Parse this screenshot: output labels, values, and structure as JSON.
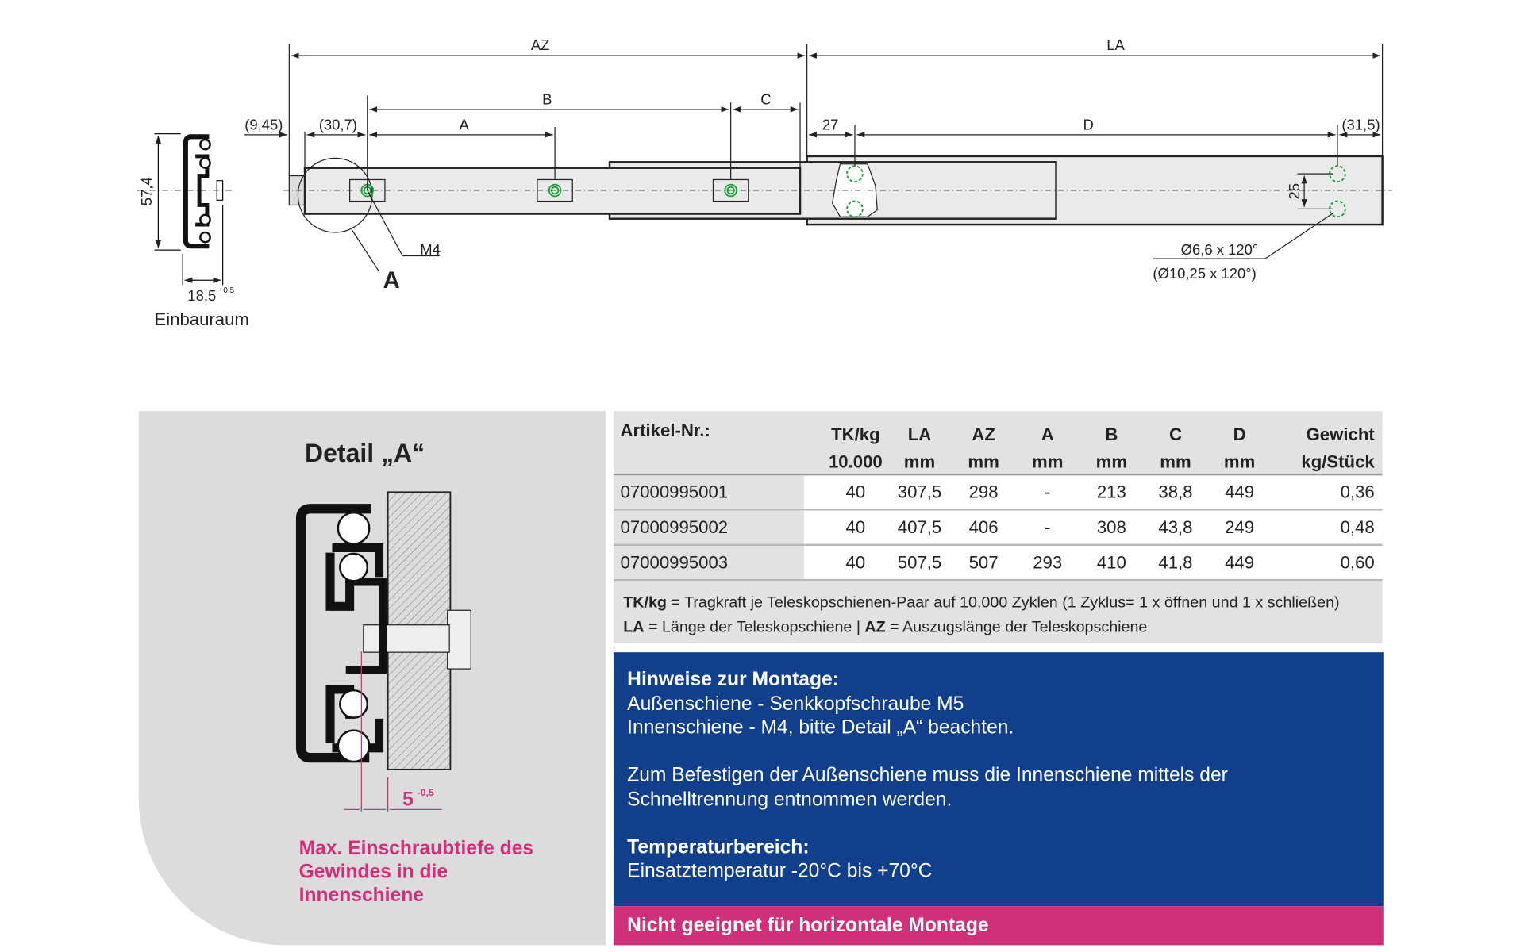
{
  "drawing": {
    "labels": {
      "az": "AZ",
      "la": "LA",
      "b": "B",
      "c": "C",
      "a": "A",
      "d": "D",
      "offset_945": "(9,45)",
      "offset_307": "(30,7)",
      "offset_27": "27",
      "offset_315": "(31,5)",
      "m4": "M4",
      "detail_marker": "A",
      "spacing_25": "25",
      "hole_spec": "Ø6,6 x 120°",
      "hole_spec_alt": "(Ø10,25 x 120°)"
    },
    "cross_section": {
      "height": "57,4",
      "width": "18,5",
      "width_tolerance": "+0,5",
      "caption": "Einbauraum"
    },
    "hole_color": "#1aa03a"
  },
  "detail": {
    "title": "Detail „A“",
    "dimension": "5",
    "tolerance": "-0,5",
    "note": "Max. Einschraubtiefe des Gewindes in die Innenschiene",
    "accent": "#d0307a"
  },
  "table": {
    "headers": [
      {
        "l1": "Artikel-Nr.:",
        "l2": ""
      },
      {
        "l1": "TK/kg",
        "l2": "10.000"
      },
      {
        "l1": "LA",
        "l2": "mm"
      },
      {
        "l1": "AZ",
        "l2": "mm"
      },
      {
        "l1": "A",
        "l2": "mm"
      },
      {
        "l1": "B",
        "l2": "mm"
      },
      {
        "l1": "C",
        "l2": "mm"
      },
      {
        "l1": "D",
        "l2": "mm"
      },
      {
        "l1": "Gewicht",
        "l2": "kg/Stück"
      }
    ],
    "rows": [
      [
        "07000995001",
        "40",
        "307,5",
        "298",
        "-",
        "213",
        "38,8",
        "449",
        "0,36"
      ],
      [
        "07000995002",
        "40",
        "407,5",
        "406",
        "-",
        "308",
        "43,8",
        "249",
        "0,48"
      ],
      [
        "07000995003",
        "40",
        "507,5",
        "507",
        "293",
        "410",
        "41,8",
        "449",
        "0,60"
      ]
    ],
    "notes": {
      "tk_key": "TK/kg",
      "tk_text": " = Tragkraft je Teleskopschienen-Paar auf 10.000 Zyklen (1 Zyklus= 1 x öffnen und 1 x schließen)",
      "la_key": "LA",
      "la_text": " = Länge der Teleskopschiene | ",
      "az_key": "AZ",
      "az_text": " = Auszugslänge der Teleskopschiene"
    }
  },
  "info": {
    "heading1": "Hinweise zur Montage:",
    "line1": "Außenschiene - Senkkopfschraube M5",
    "line2": "Innenschiene - M4, bitte Detail „A“ beachten.",
    "line3": "Zum Befestigen der Außenschiene muss die Innenschiene mittels der",
    "line4": "Schnelltrennung entnommen werden.",
    "heading2": "Temperaturbereich:",
    "line5": "Einsatztemperatur -20°C bis +70°C",
    "bg_color": "#123f8c"
  },
  "warning": {
    "text": "Nicht geeignet für horizontale Montage",
    "bg_color": "#d0307a"
  }
}
